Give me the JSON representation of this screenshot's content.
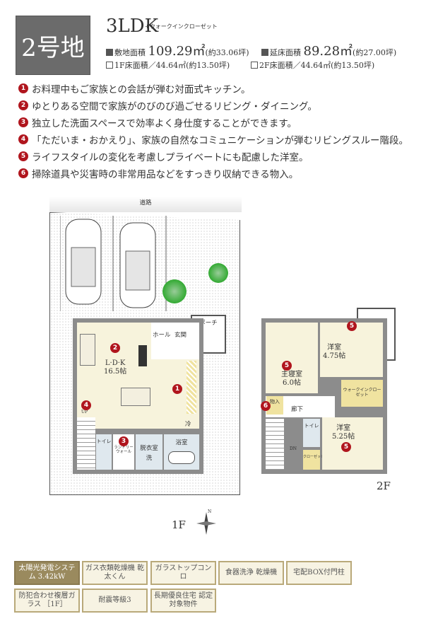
{
  "header": {
    "lot": "2号地",
    "plan_type": "3LDK",
    "plan_extra": "+ウォークインクローゼット",
    "site_area_label": "敷地面積",
    "site_area": "109.29㎡",
    "site_area_tsubo": "(約33.06坪)",
    "floor_area_label": "延床面積",
    "floor_area": "89.28㎡",
    "floor_area_tsubo": "(約27.00坪)",
    "f1_area": "1F床面積／44.64㎡(約13.50坪)",
    "f2_area": "2F床面積／44.64㎡(約13.50坪)"
  },
  "points": [
    {
      "n": "1",
      "text": "お料理中もご家族との会話が弾む対面式キッチン。"
    },
    {
      "n": "2",
      "text": "ゆとりある空間で家族がのびのび過ごせるリビング・ダイニング。"
    },
    {
      "n": "3",
      "text": "独立した洗面スペースで効率よく身仕度することができます。"
    },
    {
      "n": "4",
      "text": "「ただいま・おかえり」、家族の自然なコミュニケーションが弾むリビングスルー階段。"
    },
    {
      "n": "5",
      "text": "ライフスタイルの変化を考慮しプライベートにも配慮した洋室。"
    },
    {
      "n": "6",
      "text": "掃除道具や災害時の非常用品などをすっきり収納できる物入。"
    }
  ],
  "plan": {
    "road": "道路",
    "porch": "ポーチ",
    "hall": "ホール",
    "entrance": "玄関",
    "ldk": "L·D·K",
    "ldk_size": "16.5帖",
    "fridge": "冷",
    "up": "UP",
    "toilet": "トイレ",
    "laundry_wall": "ランドリーウォール",
    "dressing": "脱衣室",
    "wash": "洗",
    "basin": "洗",
    "bath": "浴室",
    "f1": "1F",
    "f2": "2F",
    "master": "主寝室",
    "master_size": "6.0帖",
    "west1": "洋室",
    "west1_size": "4.75帖",
    "wic": "ウォークインクローゼット",
    "storage": "物入",
    "hall2": "廊下",
    "toilet2": "トイレ",
    "dn": "DN",
    "closet": "クローゼット",
    "west2": "洋室",
    "west2_size": "5.25帖",
    "north": "N"
  },
  "features": [
    {
      "label": "太陽光発電システム 3.42kW",
      "active": true
    },
    {
      "label": "ガス衣類乾燥機 乾太くん",
      "active": false
    },
    {
      "label": "ガラストップコンロ",
      "active": false
    },
    {
      "label": "食器洗浄 乾燥機",
      "active": false
    },
    {
      "label": "宅配BOX付門柱",
      "active": false
    },
    {
      "label": "防犯合わせ複層ガラス ［1F］",
      "active": false
    },
    {
      "label": "耐震等級3",
      "active": false
    },
    {
      "label": "長期優良住宅 認定対象物件",
      "active": false
    }
  ],
  "colors": {
    "accent_red": "#b0151d",
    "lot_box": "#6b6b6b",
    "feature_active": "#9a8a5e",
    "room": "#f7f3dc"
  }
}
